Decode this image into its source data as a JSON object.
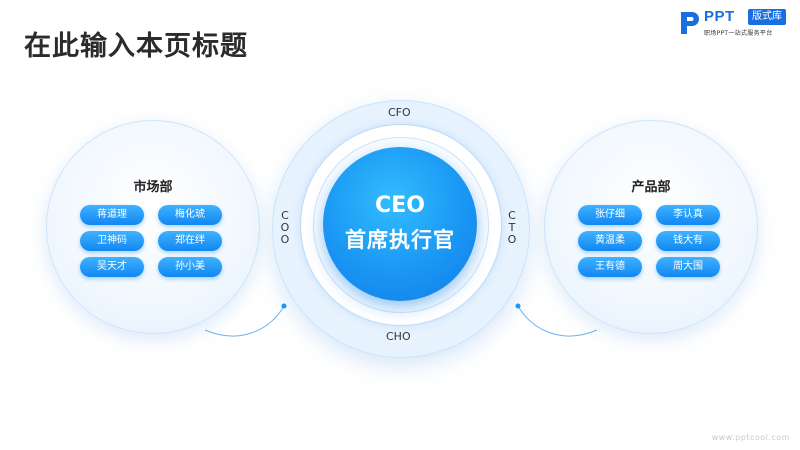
{
  "title": "在此输入本页标题",
  "logo": {
    "brand": "PPT",
    "badge": "版式库",
    "tagline": "职场PPT一站式服务平台"
  },
  "center": {
    "title_en": "CEO",
    "title_cn": "首席执行官",
    "roles": {
      "top": "CFO",
      "left": "COO",
      "right": "CTO",
      "bottom": "CHO"
    }
  },
  "departments": [
    {
      "name": "市场部",
      "members": [
        "蒋道理",
        "梅化琥",
        "卫神码",
        "郑在绊",
        "吴天才",
        "孙小美"
      ]
    },
    {
      "name": "产品部",
      "members": [
        "张仔细",
        "李认真",
        "黄温柔",
        "钱大有",
        "王有德",
        "周大围"
      ]
    }
  ],
  "footer": "www.pptcool.com",
  "colors": {
    "accent": "#1a96f3",
    "pill": "#1187f2",
    "ring": "#cfe4fb"
  }
}
